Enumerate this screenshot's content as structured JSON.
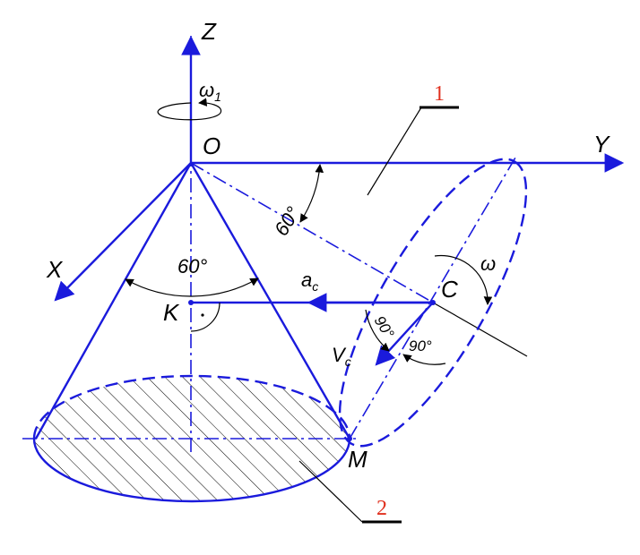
{
  "labels": {
    "z": "Z",
    "y": "Y",
    "x": "X",
    "o": "O",
    "k": "K",
    "c": "C",
    "m": "M",
    "omega1": "ω",
    "omega1_sub": "1",
    "omega": "ω",
    "angle_top": "60°",
    "angle_left": "60°",
    "ac": "a",
    "ac_sub": "c",
    "vc": "V",
    "vc_sub": "c",
    "angle_90a": "90°",
    "angle_90b": "90°",
    "part1": "1",
    "part2": "2"
  },
  "colors": {
    "line": "#1a1adc",
    "callout": "#e0301e"
  }
}
